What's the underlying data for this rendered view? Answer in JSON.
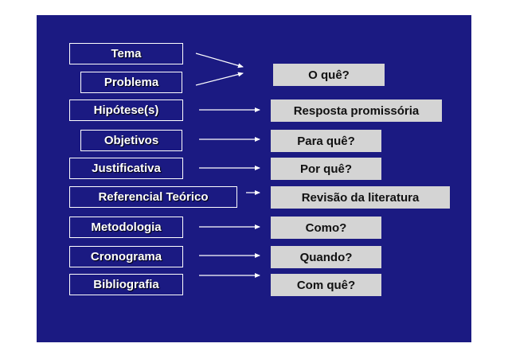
{
  "diagram": {
    "left_items": [
      "Tema",
      "Problema",
      "Hipótese(s)",
      "Objetivos",
      "Justificativa",
      "Referencial Teórico",
      "Metodologia",
      "Cronograma",
      "Bibliografia"
    ],
    "right_items": [
      "O quê?",
      "Resposta promissória",
      "Para quê?",
      "Por quê?",
      "Revisão da literatura",
      "Como?",
      "Quando?",
      "Com quê?"
    ],
    "colors": {
      "slide_background": "#1b1a82",
      "left_box_border": "#ffffff",
      "right_box_fill": "#d4d4d4",
      "arrow": "#ffffff"
    }
  }
}
